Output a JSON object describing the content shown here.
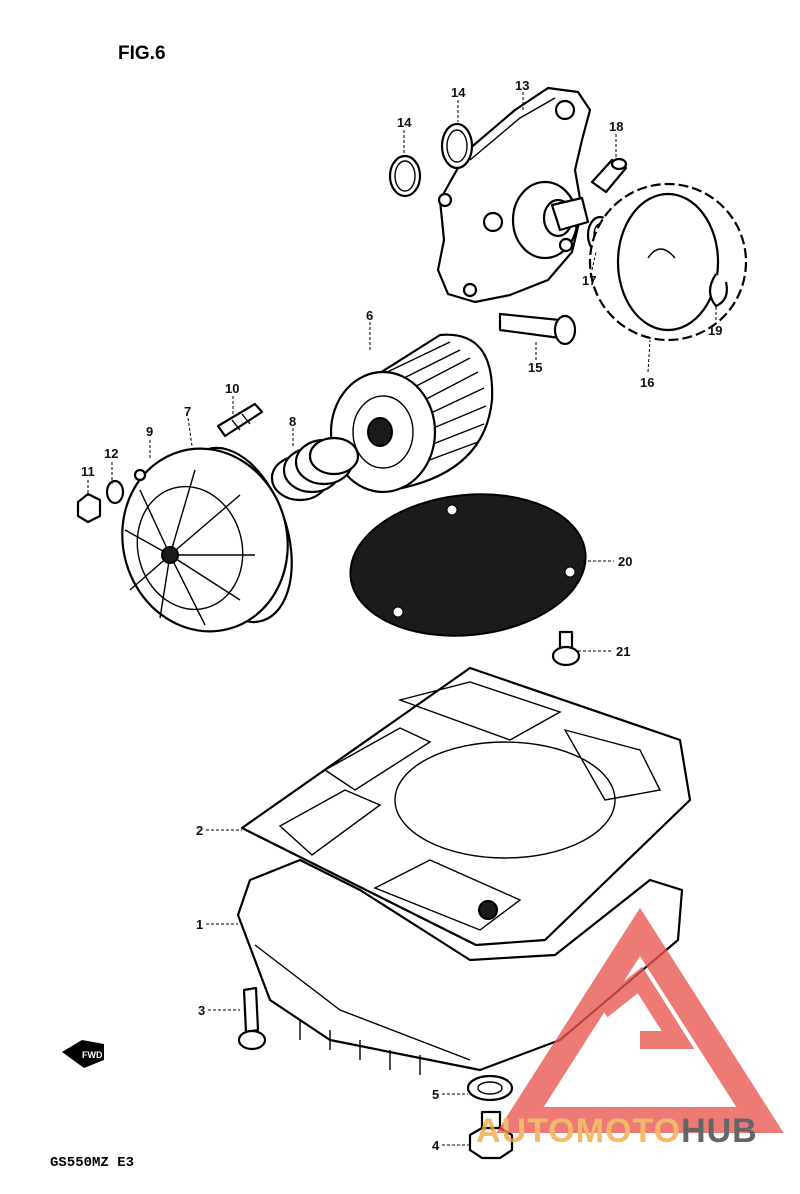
{
  "figure": {
    "title": "FIG.6",
    "model_code": "GS550MZ  E3"
  },
  "callouts": [
    {
      "id": "13",
      "label": "13"
    },
    {
      "id": "14a",
      "label": "14"
    },
    {
      "id": "14b",
      "label": "14"
    },
    {
      "id": "18",
      "label": "18"
    },
    {
      "id": "17",
      "label": "17"
    },
    {
      "id": "19",
      "label": "19"
    },
    {
      "id": "16",
      "label": "16"
    },
    {
      "id": "15",
      "label": "15"
    },
    {
      "id": "6",
      "label": "6"
    },
    {
      "id": "10",
      "label": "10"
    },
    {
      "id": "7",
      "label": "7"
    },
    {
      "id": "8",
      "label": "8"
    },
    {
      "id": "9",
      "label": "9"
    },
    {
      "id": "12",
      "label": "12"
    },
    {
      "id": "11",
      "label": "11"
    },
    {
      "id": "20",
      "label": "20"
    },
    {
      "id": "21",
      "label": "21"
    },
    {
      "id": "2",
      "label": "2"
    },
    {
      "id": "1",
      "label": "1"
    },
    {
      "id": "3",
      "label": "3"
    },
    {
      "id": "5",
      "label": "5"
    },
    {
      "id": "4",
      "label": "4"
    }
  ],
  "front_marker": {
    "label": "FWD"
  },
  "watermark": {
    "part1": "AUTOMOTO",
    "part2": "HUB",
    "colors": {
      "triangle": "#e8564f",
      "part1": "#f0a640",
      "part2": "#3a3a3a"
    }
  }
}
